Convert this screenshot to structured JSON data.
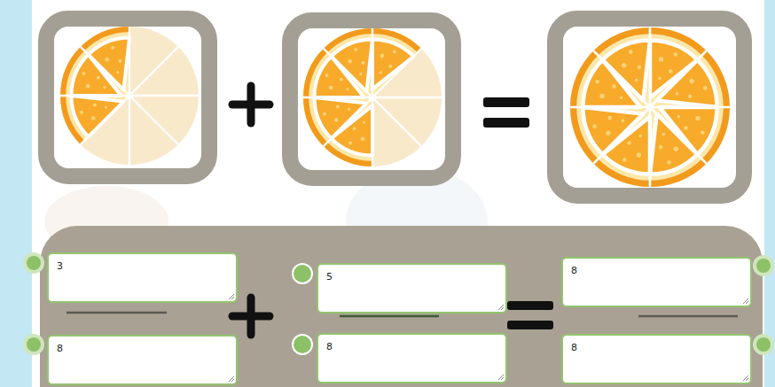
{
  "diagram": {
    "nodes": [
      {
        "text": [
          "3"
        ]
      },
      {
        "text": [
          "8"
        ]
      },
      {
        "text": [
          "5"
        ]
      },
      {
        "text": [
          "8"
        ]
      },
      {
        "text": [
          "8"
        ]
      },
      {
        "text": [
          "8"
        ]
      }
    ]
  }
}
